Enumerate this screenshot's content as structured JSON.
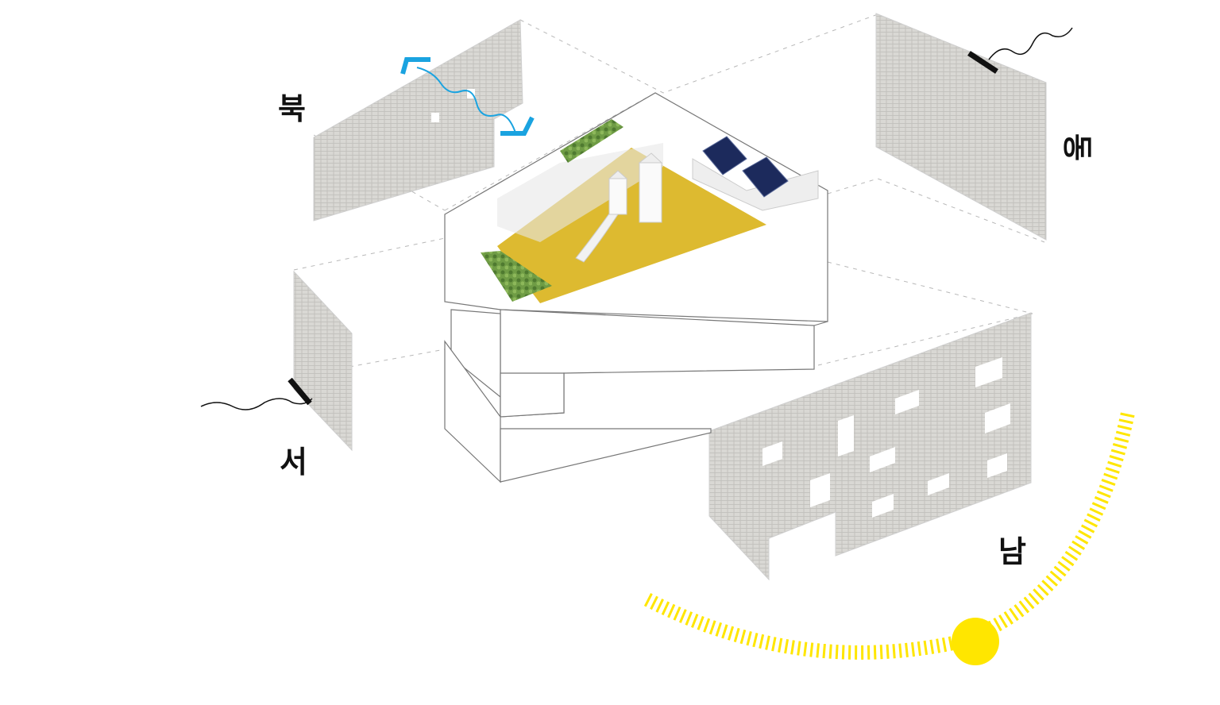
{
  "labels": {
    "north": "북",
    "east": "동",
    "west": "서",
    "south": "남"
  },
  "colors": {
    "playground_floor": "#d9b31a",
    "sun": "#ffe600",
    "wind_arrow": "#1aa3e0",
    "wall_panel": "#d7d6d2",
    "solar_panel": "#1c2a5c",
    "planter": "#5b8c3a"
  },
  "icons": [
    "wind-arrow-icon",
    "sun-icon",
    "solar-panel-icon",
    "slide-icon",
    "noise-wave-icon"
  ]
}
